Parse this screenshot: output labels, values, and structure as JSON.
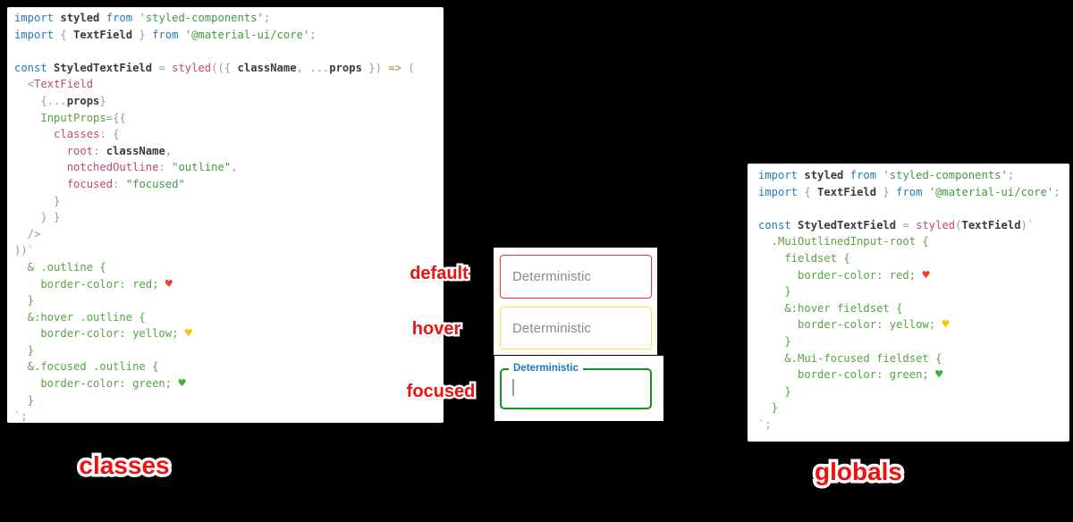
{
  "colors": {
    "background": "#000000",
    "panel": "#ffffff",
    "field_default_border": "#f23131",
    "field_hover_border": "#f5e928",
    "field_focused_border": "#149414",
    "focused_label_blue": "#1976d2",
    "placeholder_gray": "#8a8a8a",
    "sticker_red": "#ee1111",
    "code_keyword_blue": "#1f7bb6",
    "code_string_green": "#3f9b3e",
    "code_css_green": "#55a345",
    "code_pink": "#c2457e",
    "code_gray": "#999999",
    "code_dark": "#3a3a3a",
    "code_arrow_orange": "#bf7b35"
  },
  "left_code": {
    "lines": [
      [
        [
          "kw",
          "import"
        ],
        [
          "id",
          " styled "
        ],
        [
          "kw",
          "from"
        ],
        [
          "str",
          " 'styled-components'"
        ],
        [
          "punc",
          ";"
        ]
      ],
      [
        [
          "kw",
          "import"
        ],
        [
          "punc",
          " { "
        ],
        [
          "id",
          "TextField"
        ],
        [
          "punc",
          " } "
        ],
        [
          "kw",
          "from"
        ],
        [
          "str",
          " '@material-ui/core'"
        ],
        [
          "punc",
          ";"
        ]
      ],
      [],
      [
        [
          "kw",
          "const"
        ],
        [
          "id",
          " StyledTextField "
        ],
        [
          "punc",
          "= "
        ],
        [
          "fn",
          "styled"
        ],
        [
          "punc",
          "(({ "
        ],
        [
          "id",
          "className"
        ],
        [
          "punc",
          ", ..."
        ],
        [
          "id",
          "props"
        ],
        [
          "punc",
          " }) "
        ],
        [
          "arrow",
          "=>"
        ],
        [
          "punc",
          " ("
        ]
      ],
      [
        [
          "punc",
          "  <"
        ],
        [
          "fn",
          "TextField"
        ]
      ],
      [
        [
          "punc",
          "    {..."
        ],
        [
          "id",
          "props"
        ],
        [
          "punc",
          "}"
        ]
      ],
      [
        [
          "punc",
          "    "
        ],
        [
          "attr",
          "InputProps"
        ],
        [
          "punc",
          "={{"
        ]
      ],
      [
        [
          "punc",
          "      "
        ],
        [
          "fn",
          "classes"
        ],
        [
          "punc",
          ": {"
        ]
      ],
      [
        [
          "punc",
          "        "
        ],
        [
          "fn",
          "root"
        ],
        [
          "punc",
          ": "
        ],
        [
          "id",
          "className"
        ],
        [
          "punc",
          ","
        ]
      ],
      [
        [
          "punc",
          "        "
        ],
        [
          "fn",
          "notchedOutline"
        ],
        [
          "punc",
          ": "
        ],
        [
          "str",
          "\"outline\""
        ],
        [
          "punc",
          ","
        ]
      ],
      [
        [
          "punc",
          "        "
        ],
        [
          "fn",
          "focused"
        ],
        [
          "punc",
          ": "
        ],
        [
          "str",
          "\"focused\""
        ]
      ],
      [
        [
          "punc",
          "      }"
        ]
      ],
      [
        [
          "punc",
          "    } }"
        ]
      ],
      [
        [
          "punc",
          "  />"
        ]
      ],
      [
        [
          "punc",
          "))`"
        ]
      ],
      [
        [
          "css",
          "  & .outline {"
        ]
      ],
      [
        [
          "css",
          "    border-color: red; "
        ],
        [
          "hr",
          "♥"
        ]
      ],
      [
        [
          "css",
          "  }"
        ]
      ],
      [
        [
          "css",
          "  &:hover .outline {"
        ]
      ],
      [
        [
          "css",
          "    border-color: yellow; "
        ],
        [
          "hy",
          "♥"
        ]
      ],
      [
        [
          "css",
          "  }"
        ]
      ],
      [
        [
          "css",
          "  &.focused .outline {"
        ]
      ],
      [
        [
          "css",
          "    border-color: green; "
        ],
        [
          "hg",
          "♥"
        ]
      ],
      [
        [
          "css",
          "  }"
        ]
      ],
      [
        [
          "punc",
          "`;"
        ]
      ]
    ]
  },
  "right_code": {
    "lines": [
      [
        [
          "kw",
          "import"
        ],
        [
          "id",
          " styled "
        ],
        [
          "kw",
          "from"
        ],
        [
          "str",
          " 'styled-components'"
        ],
        [
          "punc",
          ";"
        ]
      ],
      [
        [
          "kw",
          "import"
        ],
        [
          "punc",
          " { "
        ],
        [
          "id",
          "TextField"
        ],
        [
          "punc",
          " } "
        ],
        [
          "kw",
          "from"
        ],
        [
          "str",
          " '@material-ui/core'"
        ],
        [
          "punc",
          ";"
        ]
      ],
      [],
      [
        [
          "kw",
          "const"
        ],
        [
          "id",
          " StyledTextField "
        ],
        [
          "punc",
          "= "
        ],
        [
          "fn",
          "styled"
        ],
        [
          "punc",
          "("
        ],
        [
          "id",
          "TextField"
        ],
        [
          "punc",
          ")`"
        ]
      ],
      [
        [
          "css",
          "  .MuiOutlinedInput-root {"
        ]
      ],
      [
        [
          "css",
          "    fieldset {"
        ]
      ],
      [
        [
          "css",
          "      border-color: red; "
        ],
        [
          "hr",
          "♥"
        ]
      ],
      [
        [
          "css",
          "    }"
        ]
      ],
      [
        [
          "css",
          "    &:hover fieldset {"
        ]
      ],
      [
        [
          "css",
          "      border-color: yellow; "
        ],
        [
          "hy",
          "♥"
        ]
      ],
      [
        [
          "css",
          "    }"
        ]
      ],
      [
        [
          "css",
          "    &.Mui-focused fieldset {"
        ]
      ],
      [
        [
          "css",
          "      border-color: green; "
        ],
        [
          "hg",
          "♥"
        ]
      ],
      [
        [
          "css",
          "    }"
        ]
      ],
      [
        [
          "css",
          "  }"
        ]
      ],
      [
        [
          "punc",
          "`;"
        ]
      ]
    ]
  },
  "states": {
    "default_label": "default",
    "hover_label": "hover",
    "focused_label": "focused"
  },
  "fields": {
    "default": {
      "placeholder": "Deterministic"
    },
    "hover": {
      "placeholder": "Deterministic"
    },
    "focused": {
      "label": "Deterministic",
      "value": ""
    }
  },
  "captions": {
    "left": "classes",
    "right": "globals"
  }
}
